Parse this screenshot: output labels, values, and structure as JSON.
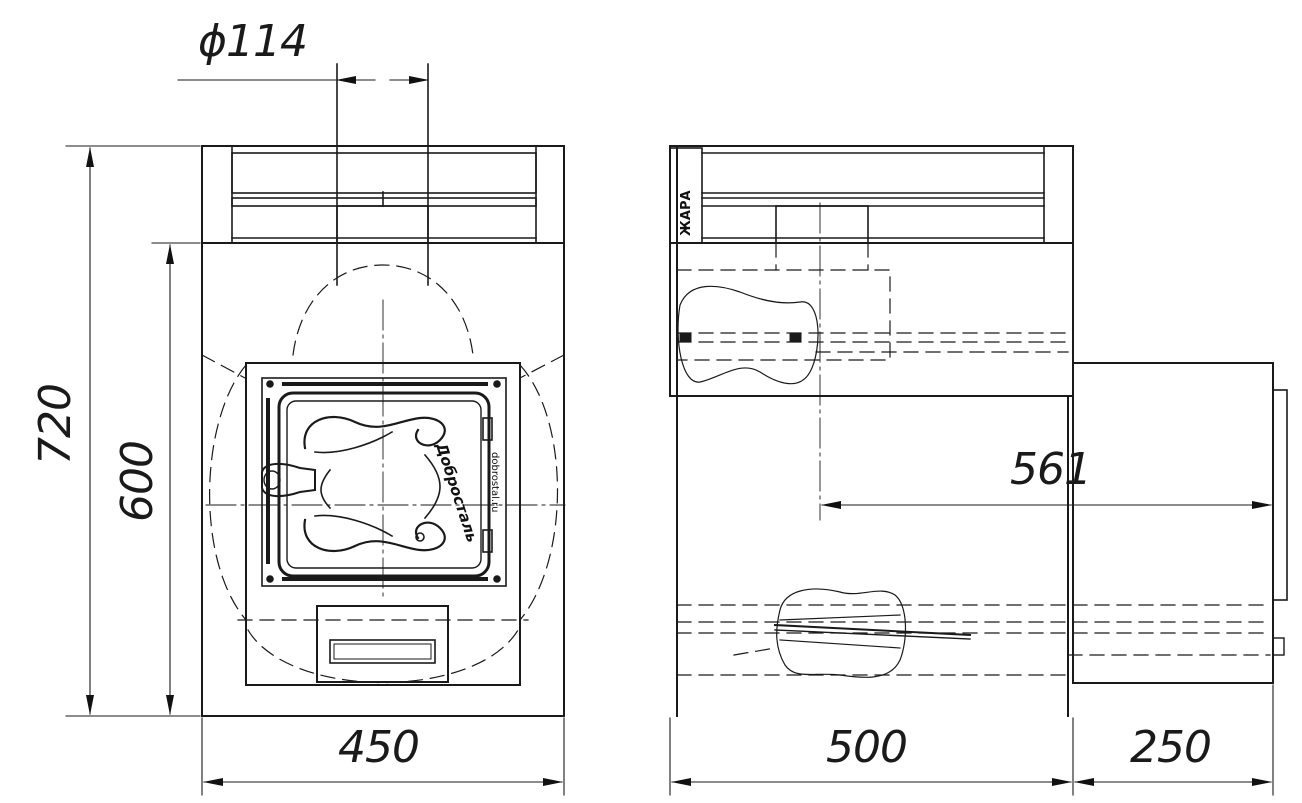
{
  "dimensions": {
    "chimney_diameter": "ϕ114",
    "overall_height": "720",
    "body_height": "600",
    "front_width": "450",
    "side_depth": "500",
    "tank_depth": "250",
    "heater_extent": "561"
  },
  "labels": {
    "door_brand": "Добросталь",
    "door_site": "dobrostal.ru",
    "side_brand": "ЖАРА"
  }
}
